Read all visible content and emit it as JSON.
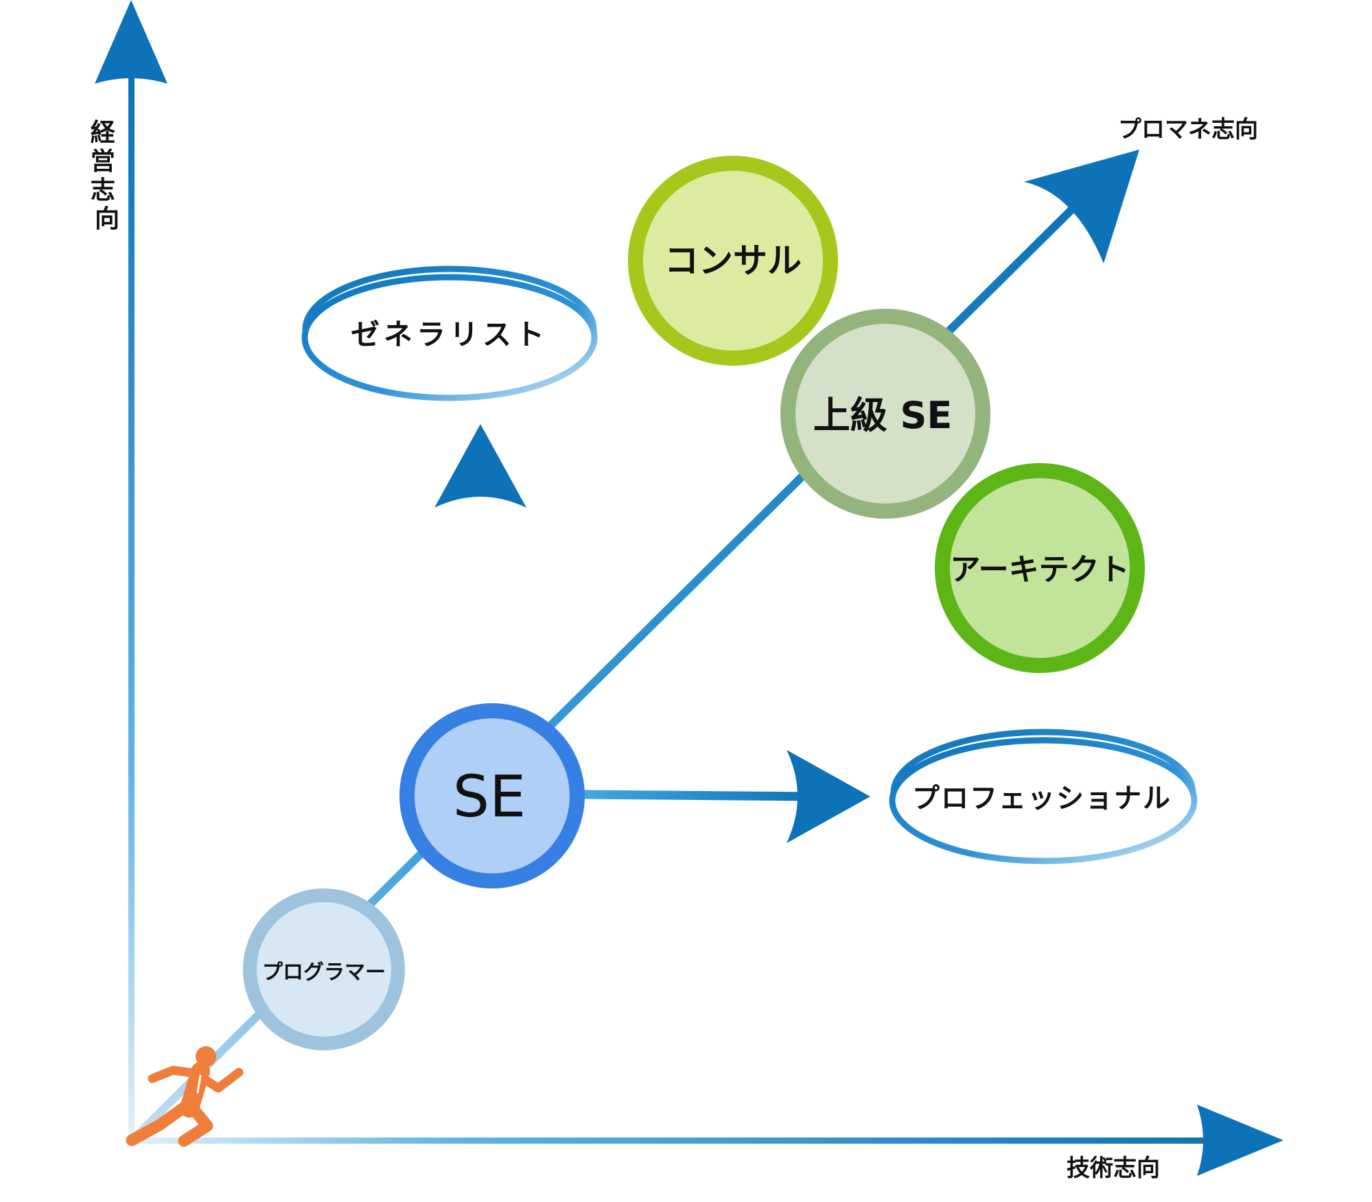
{
  "axes": {
    "y_label": "経営志向",
    "x_label": "技術志向",
    "diag_label": "プロマネ志向"
  },
  "nodes": {
    "programmer": "プログラマー",
    "se": "SE",
    "generalist": "ゼネラリスト",
    "professional": "プロフェッショナル",
    "senior_se": "上級 SE",
    "consultant": "コンサル",
    "architect": "アーキテクト"
  },
  "icons": {
    "runner": "running-person-icon"
  },
  "colors": {
    "axis_blue": "#0d72b8",
    "axis_light": "#bcd9ef",
    "programmer_fill": "#d7e7f3",
    "programmer_ring": "#9ec3de",
    "se_fill": "#b0cff7",
    "se_ring": "#3680e4",
    "senior_fill": "#d4e0c8",
    "senior_ring": "#93b47c",
    "consul_fill": "#dceb9f",
    "consul_ring": "#a7c71d",
    "arch_fill": "#c1e39a",
    "arch_ring": "#5db516",
    "runner": "#f07e3b"
  }
}
